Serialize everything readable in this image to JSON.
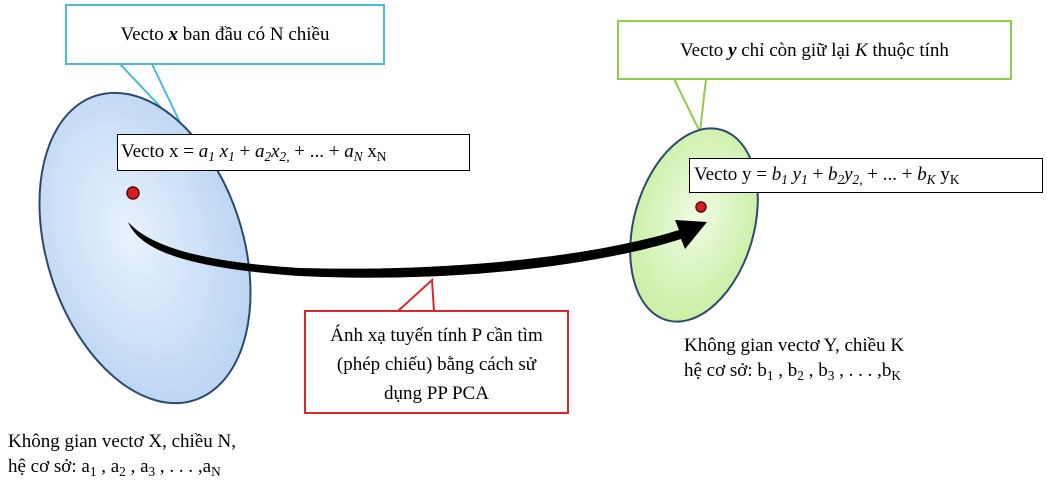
{
  "callouts": {
    "x_intro": {
      "pre": "Vecto ",
      "var": "x",
      "post": " ban đầu có N chiều"
    },
    "y_intro": {
      "pre": "Vecto ",
      "var": "y",
      "mid": " chỉ còn giữ lại ",
      "k": "K",
      "post": " thuộc tính"
    },
    "mapping": {
      "line1": "Ánh xạ tuyến tính P cần tìm",
      "line2": "(phép chiếu) bằng cách sử",
      "line3": "dụng PP PCA"
    }
  },
  "formulas": {
    "x": {
      "lead": "Vecto x = ",
      "a1": "a",
      "s1": "1",
      "x1": "x",
      "xs1": "1",
      "plus1": " + ",
      "a2": "a",
      "s2": "2",
      "x2": "x",
      "xs2": "2,",
      "dots": " + ... + ",
      "aN": "a",
      "sN": "N",
      "xN": "x",
      "xsN": "N"
    },
    "y": {
      "lead": "Vecto y = ",
      "b1": "b",
      "s1": "1",
      "y1": "y",
      "ys1": "1",
      "plus1": " + ",
      "b2": "b",
      "s2": "2",
      "y2": "y",
      "ys2": "2,",
      "dots": " + ... + ",
      "bK": "b",
      "sK": "K",
      "yK": "y",
      "ysK": "K"
    }
  },
  "spaces": {
    "X": {
      "line1": "Không gian vectơ X, chiều N,",
      "basis_prefix": "hệ cơ sở: ",
      "b1": "a",
      "s1": "1",
      "sep1": " , ",
      "b2": "a",
      "s2": "2",
      "sep2": " , ",
      "b3": "a",
      "s3": "3",
      "sep3": " , . . . ,",
      "bn": "a",
      "sn": "N"
    },
    "Y": {
      "line1": "Không gian vectơ Y, chiều K",
      "basis_prefix": "hệ cơ sở: ",
      "b1": "b",
      "s1": "1",
      "sep1": " , ",
      "b2": "b",
      "s2": "2",
      "sep2": " , ",
      "b3": "b",
      "s3": "3",
      "sep3": " , . . . ,",
      "bn": "b",
      "sn": "K"
    }
  },
  "colors": {
    "ellipse_x_fill": "#cfe2f8",
    "ellipse_y_fill": "#d9f5c2",
    "ellipse_stroke": "#2d4a6e",
    "point": "#d42020",
    "callout_blue": "#4bbbd8",
    "callout_green": "#93c94f",
    "callout_red": "#d9282b"
  }
}
